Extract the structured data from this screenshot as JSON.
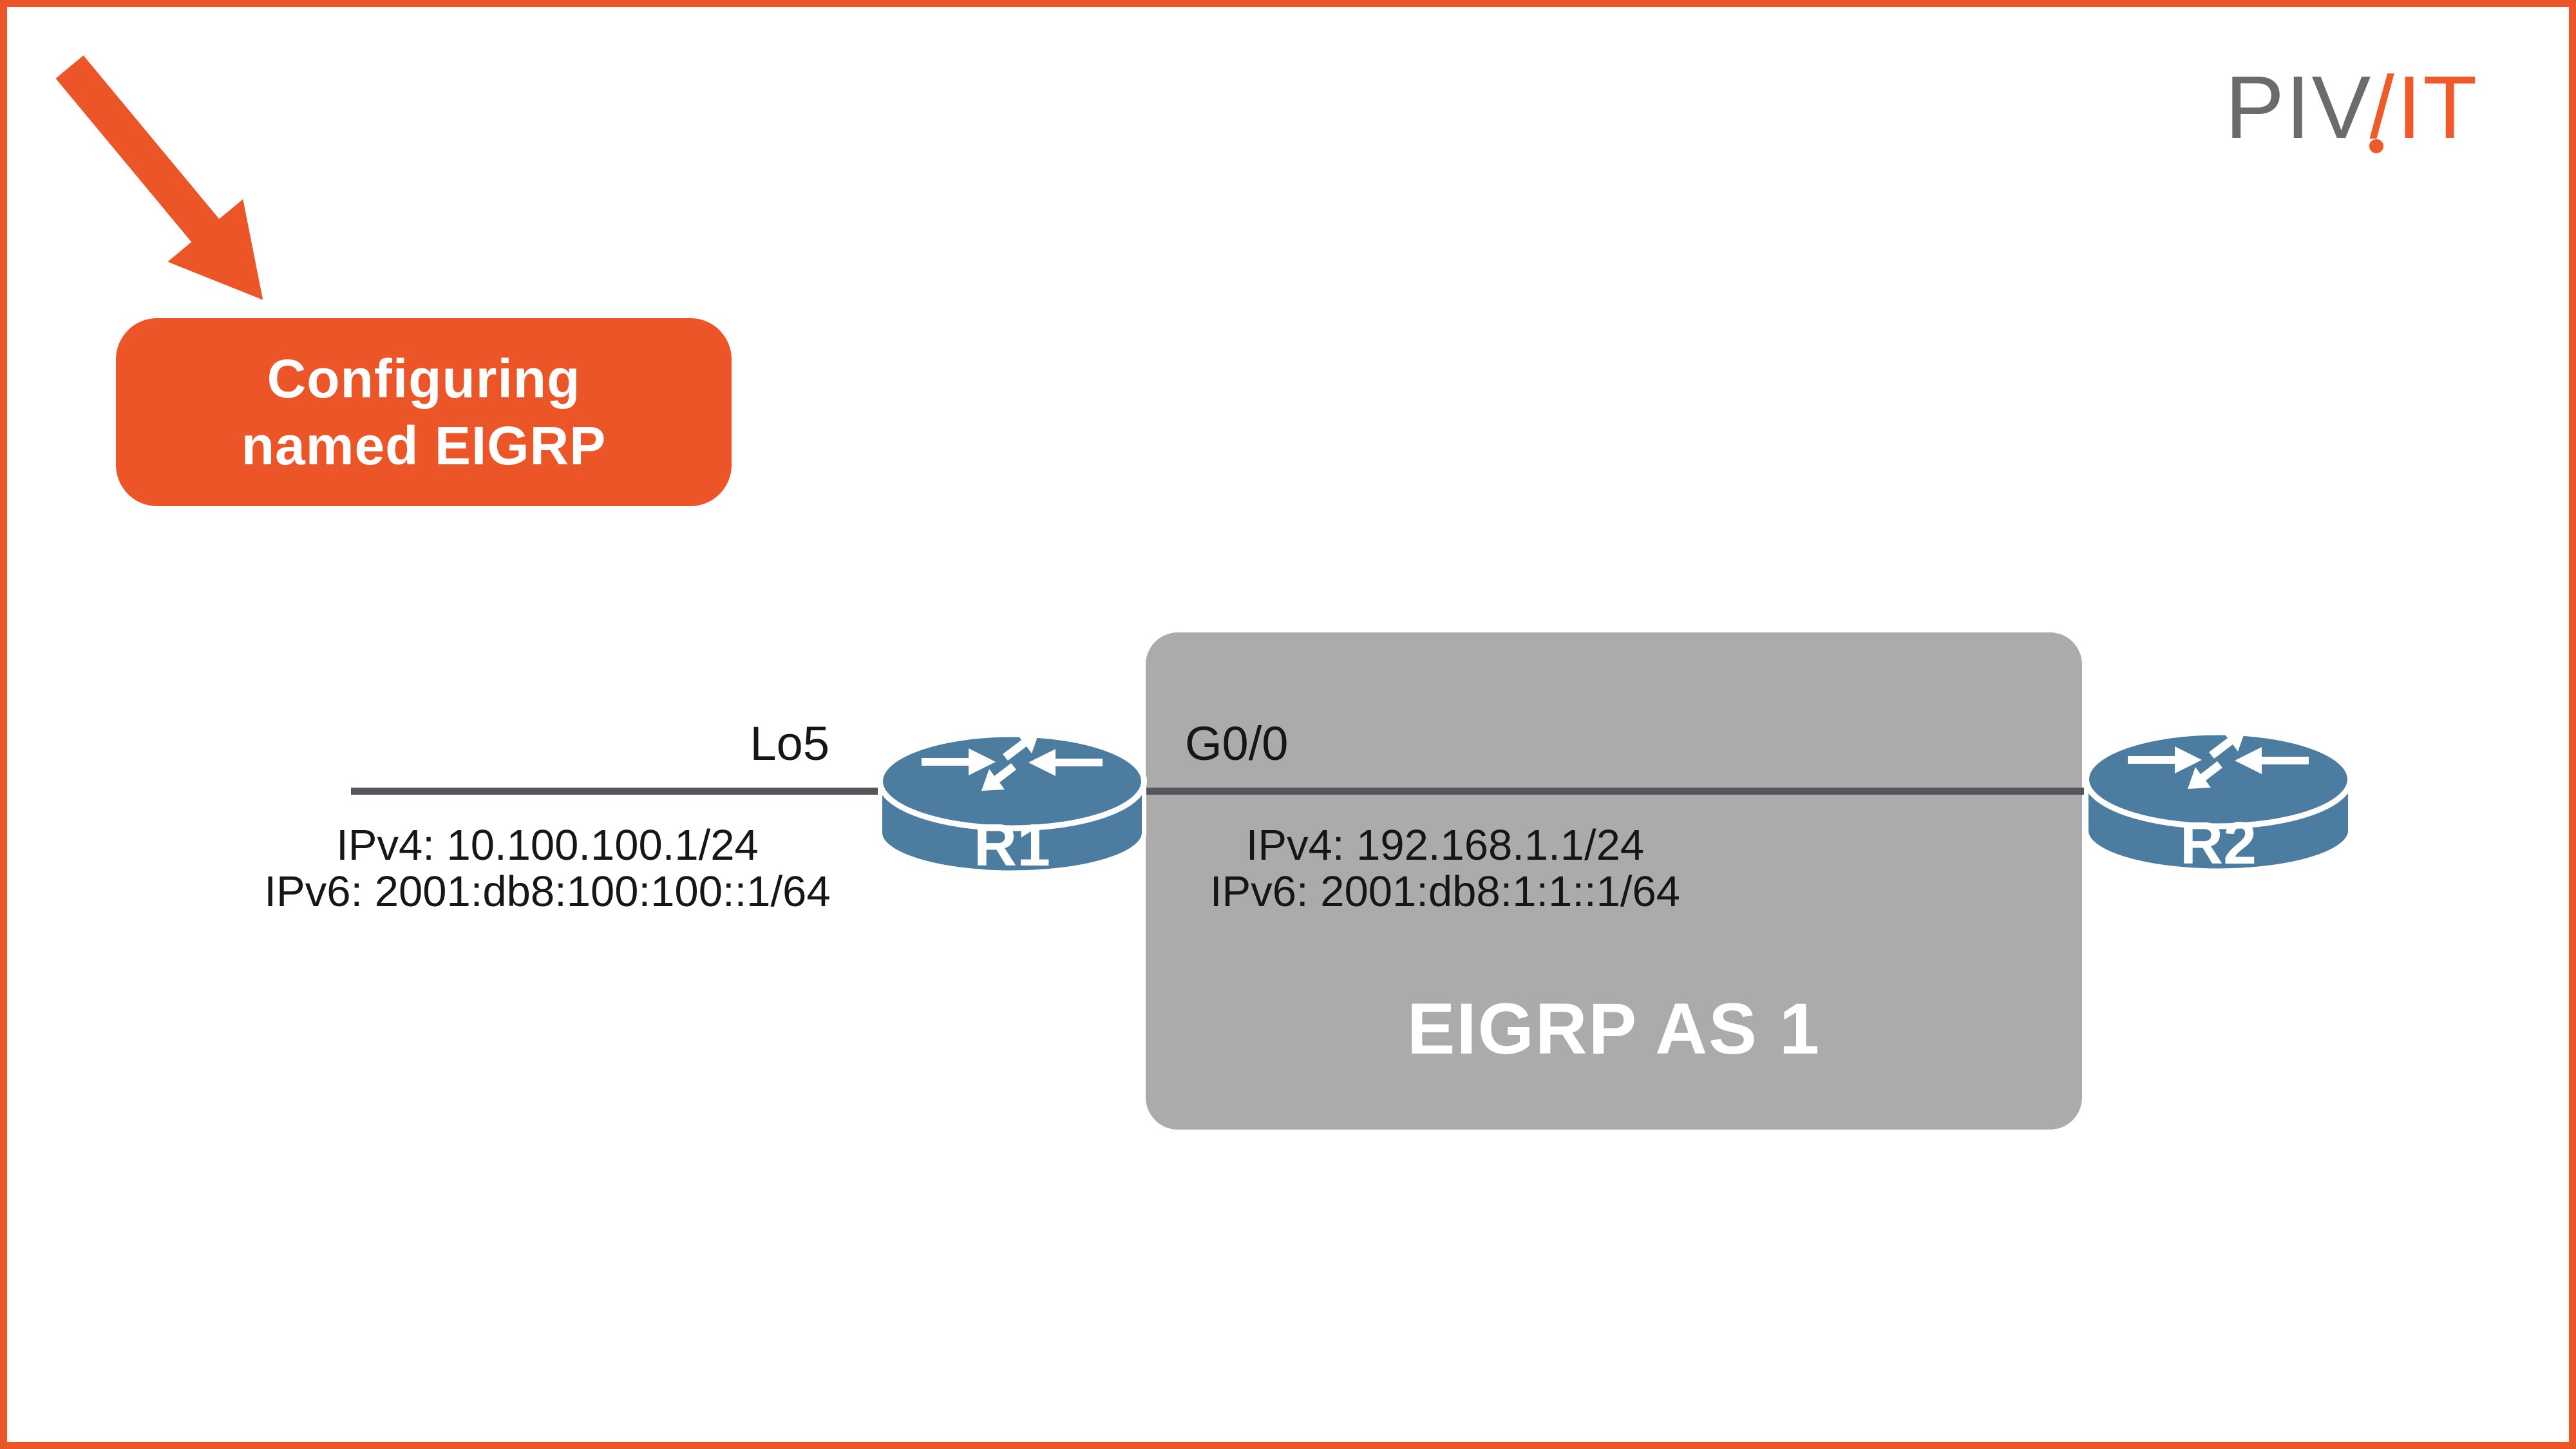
{
  "brand": {
    "part_gray": "PIV",
    "part_slash": "/",
    "part_orange": "IT"
  },
  "callout": {
    "line1": "Configuring",
    "line2": "named EIGRP"
  },
  "diagram": {
    "as_box": {
      "title": "EIGRP AS 1"
    },
    "routers": [
      {
        "name": "R1"
      },
      {
        "name": "R2"
      }
    ],
    "interface_labels": {
      "loopback": "Lo5",
      "gig": "G0/0"
    },
    "loopback_addresses": {
      "ipv4": "IPv4: 10.100.100.1/24",
      "ipv6": "IPv6: 2001:db8:100:100::1/64"
    },
    "link_addresses": {
      "ipv4": "IPv4: 192.168.1.1/24",
      "ipv6": "IPv6: 2001:db8:1:1::1/64"
    }
  },
  "colors": {
    "accent_orange": "#EC5528",
    "logo_orange": "#F05A2B",
    "logo_gray": "#6A6B6D",
    "router_blue": "#4C7CA0",
    "as_box_gray": "#ABABAB",
    "line_gray": "#53565A",
    "text_black": "#161616"
  }
}
